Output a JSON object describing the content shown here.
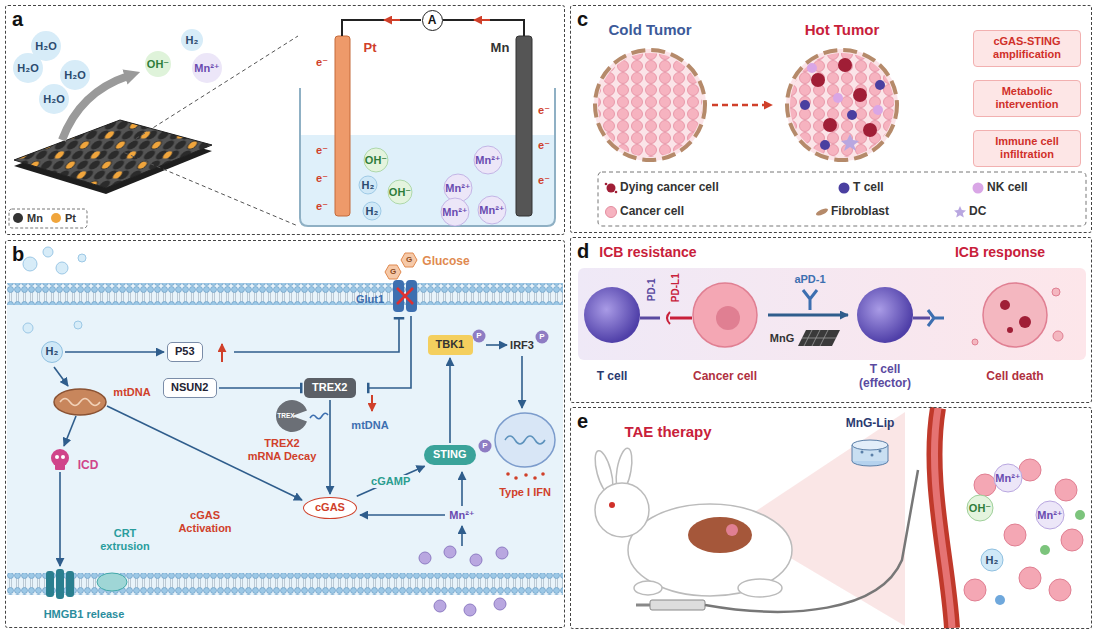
{
  "diagram": {
    "nodes": [
      {
        "text": [
          "a"
        ]
      },
      {
        "text": [
          "A"
        ],
        "in": 0
      },
      {
        "text": [
          "b"
        ]
      },
      {
        "text": [
          "H₂"
        ],
        "in": 2
      },
      {
        "text": [
          "P53"
        ],
        "in": 2
      },
      {
        "text": [
          "NSUN2"
        ],
        "in": 2
      },
      {
        "text": [
          "TREX2"
        ],
        "in": 2
      },
      {
        "text": [
          "TBK1"
        ],
        "in": 2
      },
      {
        "text": [
          "cGAS"
        ],
        "in": 2
      },
      {
        "text": [
          "STING"
        ],
        "in": 2
      },
      {
        "text": [
          "c"
        ]
      },
      {
        "text": [
          "cGAS-STING amplification"
        ],
        "in": 10
      },
      {
        "text": [
          "Metabolic intervention"
        ],
        "in": 10
      },
      {
        "text": [
          "Immune cell infiltration"
        ],
        "in": 10
      },
      {
        "text": [
          "d"
        ]
      },
      {
        "text": [
          "e"
        ]
      }
    ],
    "edges": [
      {
        "from": 3,
        "to": 4,
        "arrow": "to"
      },
      {
        "from": 5,
        "to": 6,
        "arrow": "to"
      },
      {
        "from": 6,
        "to": 8,
        "arrow": "to"
      },
      {
        "from": 8,
        "to": 9,
        "arrow": "to",
        "label": "cGAMP"
      },
      {
        "from": 9,
        "to": 7,
        "arrow": "to"
      }
    ],
    "labels": [
      "H₂O",
      "H₂O",
      "H₂O",
      "H₂O",
      "OH⁻",
      "H₂",
      "Mn²⁺",
      "Pt",
      "e⁻",
      "e⁻",
      "e⁻",
      "e⁻",
      "OH⁻",
      "H₂",
      "OH⁻",
      "H₂",
      "Mn",
      "e⁻",
      "e⁻",
      "e⁻",
      "Mn²⁺",
      "Mn²⁺",
      "Mn²⁺",
      "Mn²⁺",
      "G",
      "G",
      "Glucose",
      "Glut1",
      "mtDNA",
      "ICD",
      "CRT extrusion",
      "HMGB1 release",
      "TREX",
      "TREX2 mRNA Decay",
      "mtDNA",
      "cGAS Activation",
      "IRF3",
      "P",
      "P",
      "P",
      "Type I IFN",
      "Mn²⁺",
      "Cold Tumor",
      "Hot Tumor",
      "ICB resistance",
      "ICB response",
      "PD-1",
      "PD-L1",
      "aPD-1",
      "MnG",
      "T cell",
      "Cancer cell",
      "T cell (effector)",
      "Cell death",
      "TAE therapy",
      "MnG-Lip",
      "Mn²⁺",
      "OH⁻",
      "Mn²⁺",
      "H₂"
    ],
    "legend": [
      {
        "text": "Mn",
        "color": "#333333"
      },
      {
        "text": "Pt",
        "color": "#f0a53c"
      },
      {
        "text": "Dying cancer cell"
      },
      {
        "text": "T cell"
      },
      {
        "text": "NK cell"
      },
      {
        "text": "Cancer cell"
      },
      {
        "text": "Fibroblast"
      },
      {
        "text": "DC"
      }
    ]
  }
}
